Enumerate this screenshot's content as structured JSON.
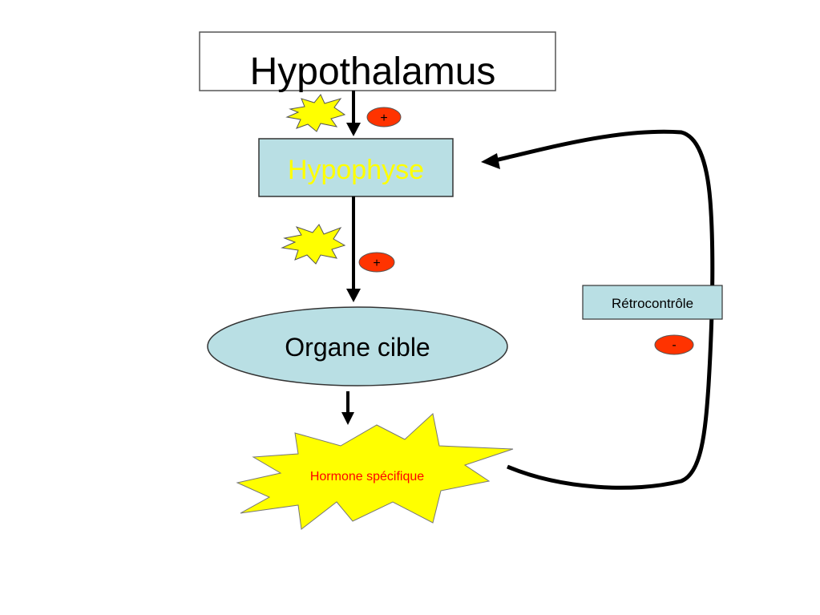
{
  "nodes": {
    "hypothalamus": {
      "label": "Hypothalamus"
    },
    "hypophyse": {
      "label": "Hypophyse"
    },
    "organe_cible": {
      "label": "Organe cible"
    },
    "hormone": {
      "label": "Hormone spécifique"
    },
    "retrocontrole": {
      "label": "Rétrocontrôle"
    }
  },
  "signs": {
    "hypothalamus_to_hypophyse": "+",
    "hypophyse_to_organe": "+",
    "feedback": "-"
  },
  "colors": {
    "box_fill": "#b9dfe4",
    "star_fill": "#ffff00",
    "sign_fill": "#ff3300",
    "hypophyse_text": "#ffff00",
    "hormone_text": "#ff0000",
    "line": "#000000"
  }
}
